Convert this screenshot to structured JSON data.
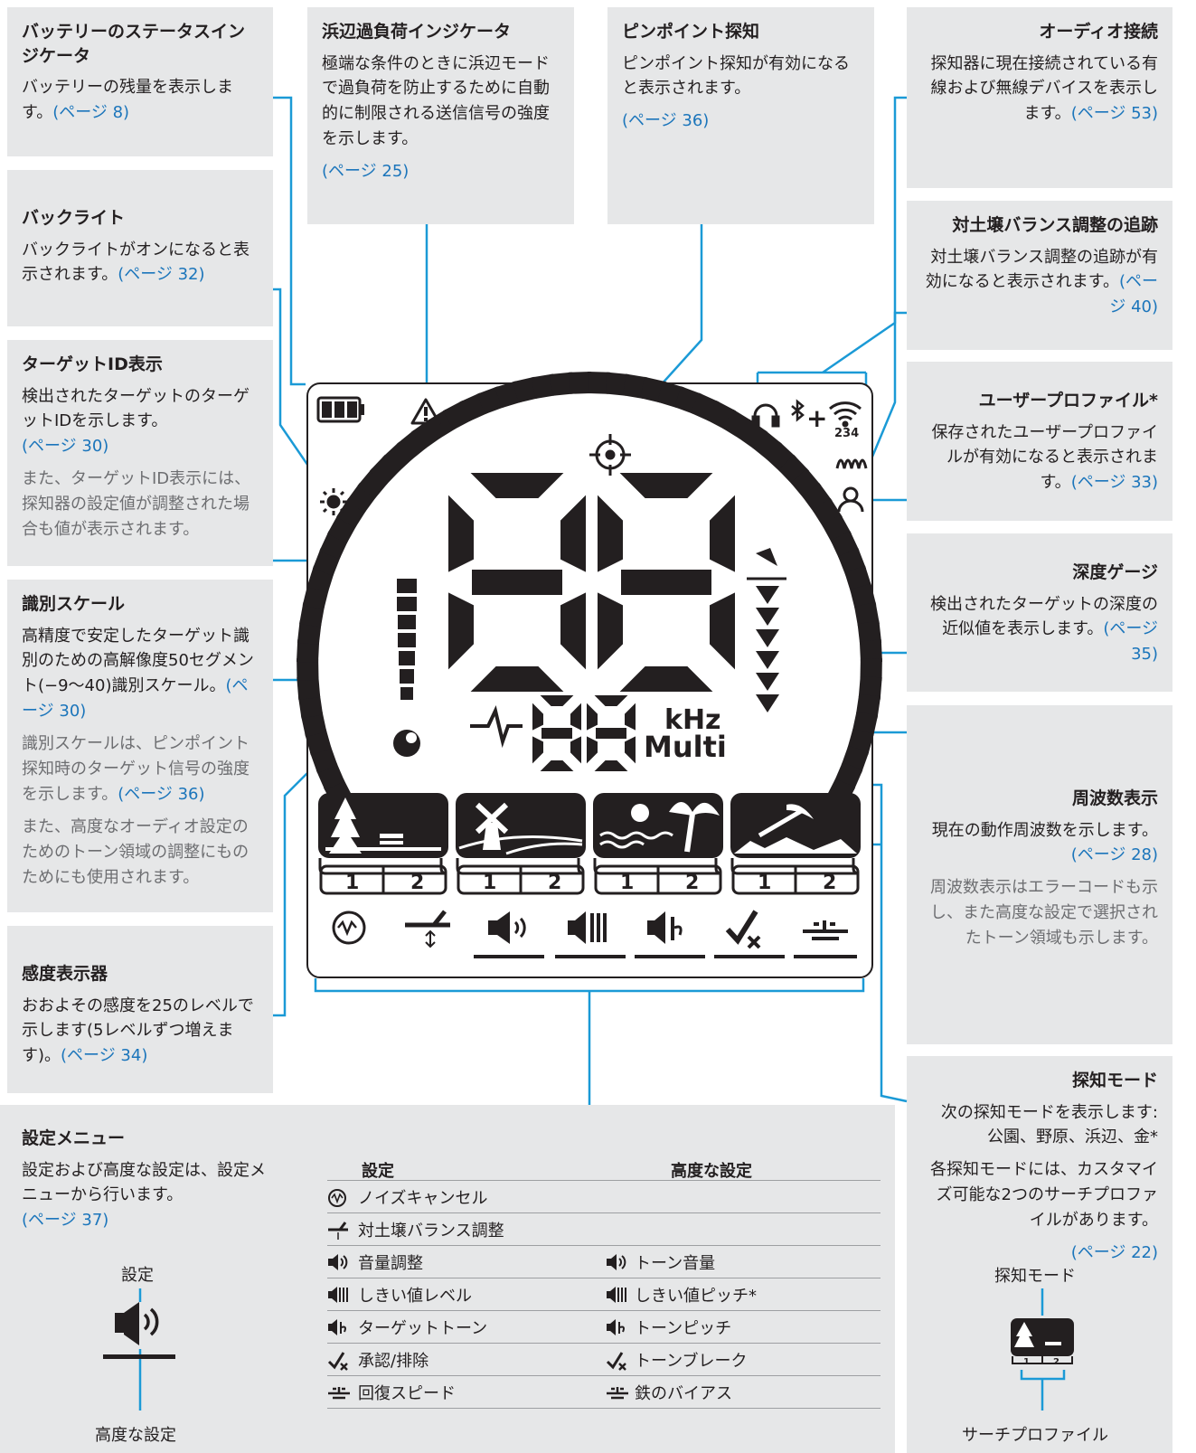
{
  "battery": {
    "title": "バッテリーのステータスインジケータ",
    "text": "バッテリーの残量を表示します。",
    "link": "(ページ 8)"
  },
  "beach": {
    "title": "浜辺過負荷インジケータ",
    "text": "極端な条件のときに浜辺モードで過負荷を防止するために自動的に制限される送信信号の強度を示します。",
    "link": "(ページ 25)"
  },
  "pinpoint": {
    "title": "ピンポイント探知",
    "text": "ピンポイント探知が有効になると表示されます。",
    "link": "(ページ 36)"
  },
  "audio": {
    "title": "オーディオ接続",
    "text": "探知器に現在接続されている有線および無線デバイスを表示します。",
    "link": "(ページ 53)"
  },
  "backlight": {
    "title": "バックライト",
    "text": "バックライトがオンになると表示されます。",
    "link": "(ページ 32)"
  },
  "groundtrack": {
    "title": "対土壌バランス調整の追跡",
    "text": "対土壌バランス調整の追跡が有効になると表示されます。",
    "link": "(ページ 40)"
  },
  "targetid": {
    "title": "ターゲットID表示",
    "text": "検出されたターゲットのターゲットIDを示します。",
    "link": "(ページ 30)",
    "sub": "また、ターゲットID表示には、探知器の設定値が調整された場合も値が表示されます。"
  },
  "userprofile": {
    "title": "ユーザープロファイル*",
    "text": "保存されたユーザープロファイルが有効になると表示されます。",
    "link": "(ページ 33)"
  },
  "scale": {
    "title": "識別スケール",
    "text": "高精度で安定したターゲット識別のための高解像度50セグメント(−9〜40)識別スケール。",
    "link": "(ページ 30)",
    "sub1": "識別スケールは、ピンポイント探知時のターゲット信号の強度を示します。",
    "sub1link": "(ページ 36)",
    "sub2": "また、高度なオーディオ設定のためのトーン領域の調整にものためにも使用されます。"
  },
  "depth": {
    "title": "深度ゲージ",
    "text": "検出されたターゲットの深度の近似値を表示します。",
    "link": "(ページ 35)"
  },
  "frequency": {
    "title": "周波数表示",
    "text": "現在の動作周波数を示します。",
    "link": "(ページ 28)",
    "sub": "周波数表示はエラーコードも示し、また高度な設定で選択されたトーン領域も示します。"
  },
  "sensitivity": {
    "title": "感度表示器",
    "text": "おおよその感度を25のレベルで示します(5レベルずつ増えます)。",
    "link": "(ページ 34)"
  },
  "modes": {
    "title": "探知モード",
    "text": "次の探知モードを表示します: 公園、野原、浜辺、金*",
    "sub": "各探知モードには、カスタマイズ可能な2つのサーチプロファイルがあります。",
    "link": "(ページ 22)",
    "mini_top": "探知モード",
    "mini_bottom": "サーチプロファイル"
  },
  "menu": {
    "title": "設定メニュー",
    "text": "設定および高度な設定は、設定メニューから行います。",
    "link": "(ページ 37)",
    "label_top": "設定",
    "label_bottom": "高度な設定"
  },
  "table": {
    "head": [
      "設定",
      "高度な設定"
    ],
    "rows": [
      {
        "icon": "noise-cancel-icon",
        "basic": "ノイズキャンセル",
        "adv": ""
      },
      {
        "icon": "ground-balance-icon",
        "basic": "対土壌バランス調整",
        "adv": ""
      },
      {
        "icon": "volume-icon",
        "basic": "音量調整",
        "adv": "トーン音量"
      },
      {
        "icon": "threshold-icon",
        "basic": "しきい値レベル",
        "adv": "しきい値ピッチ*"
      },
      {
        "icon": "target-tone-icon",
        "basic": "ターゲットトーン",
        "adv": "トーンピッチ"
      },
      {
        "icon": "accept-reject-icon",
        "basic": "承認/排除",
        "adv": "トーンブレーク"
      },
      {
        "icon": "recovery-speed-icon",
        "basic": "回復スピード",
        "adv": "鉄のバイアス"
      }
    ]
  },
  "lcd": {
    "bigdigits": "88",
    "freqdigits": "88",
    "khz": "kHz",
    "multi": "Multi",
    "wifi_sub": "234",
    "profile_nums": [
      "1",
      "2"
    ]
  }
}
